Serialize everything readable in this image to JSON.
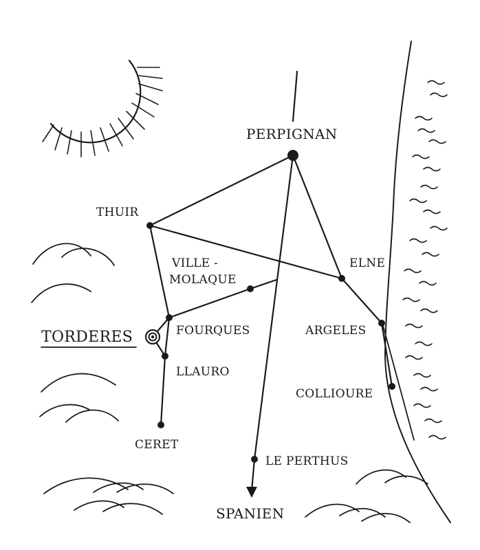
{
  "map": {
    "places": {
      "perpignan": "PERPIGNAN",
      "thuir": "THUIR",
      "ville_line1": "VILLE -",
      "ville_line2": "MOLAQUE",
      "elne": "ELNE",
      "fourques": "FOURQUES",
      "argeles": "ARGELES",
      "torderes": "TORDERES",
      "llauro": "LLAURO",
      "collioure": "COLLIOURE",
      "ceret": "CERET",
      "le_perthus": "LE PERTHUS",
      "spanien": "SPANIEN"
    },
    "colors": {
      "ink": "#1a1a1a",
      "paper": "#ffffff"
    },
    "decorations": [
      "sun-icon",
      "mountain-icon",
      "sea-waves-icon",
      "coastline"
    ]
  }
}
